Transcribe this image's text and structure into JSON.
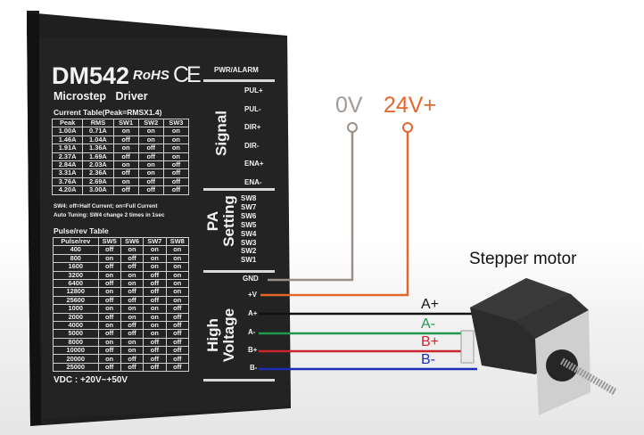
{
  "driver": {
    "model": "DM542",
    "rohs": "RoHS",
    "ce": "CE",
    "subtitle": "Microstep   Driver",
    "current_table": {
      "caption": "Current Table(Peak=RMSX1.4)",
      "headers": [
        "Peak",
        "RMS",
        "SW1",
        "SW2",
        "SW3"
      ],
      "rows": [
        [
          "1.00A",
          "0.71A",
          "on",
          "on",
          "on"
        ],
        [
          "1.46A",
          "1.04A",
          "off",
          "on",
          "on"
        ],
        [
          "1.91A",
          "1.36A",
          "on",
          "off",
          "on"
        ],
        [
          "2.37A",
          "1.69A",
          "off",
          "off",
          "on"
        ],
        [
          "2.84A",
          "2.03A",
          "on",
          "on",
          "off"
        ],
        [
          "3.31A",
          "2.36A",
          "off",
          "on",
          "off"
        ],
        [
          "3.76A",
          "2.69A",
          "on",
          "off",
          "off"
        ],
        [
          "4.20A",
          "3.00A",
          "off",
          "off",
          "off"
        ]
      ],
      "note1": "SW4: off=Half Current; on=Full Current",
      "note2": "Auto Tuning: SW4 change 2 times in 1sec"
    },
    "pulse_table": {
      "caption": "Pulse/rev Table",
      "headers": [
        "Pulse/rev",
        "SW5",
        "SW6",
        "SW7",
        "SW8"
      ],
      "rows": [
        [
          "400",
          "off",
          "on",
          "on",
          "on"
        ],
        [
          "800",
          "on",
          "off",
          "on",
          "on"
        ],
        [
          "1600",
          "off",
          "off",
          "on",
          "on"
        ],
        [
          "3200",
          "on",
          "on",
          "off",
          "on"
        ],
        [
          "6400",
          "off",
          "on",
          "off",
          "on"
        ],
        [
          "12800",
          "on",
          "off",
          "off",
          "on"
        ],
        [
          "25600",
          "off",
          "off",
          "off",
          "on"
        ],
        [
          "1000",
          "on",
          "on",
          "on",
          "off"
        ],
        [
          "2000",
          "off",
          "on",
          "on",
          "off"
        ],
        [
          "4000",
          "on",
          "off",
          "on",
          "off"
        ],
        [
          "5000",
          "off",
          "off",
          "on",
          "off"
        ],
        [
          "8000",
          "on",
          "on",
          "off",
          "off"
        ],
        [
          "10000",
          "off",
          "on",
          "off",
          "off"
        ],
        [
          "20000",
          "on",
          "off",
          "off",
          "off"
        ],
        [
          "25000",
          "off",
          "off",
          "off",
          "off"
        ]
      ]
    },
    "vdc": "VDC : +20V~+50V",
    "pwr_alarm": "PWR/ALARM",
    "signal_group": "Signal",
    "signal_terminals": [
      "PUL+",
      "PUL-",
      "DIR+",
      "DIR-",
      "ENA+",
      "ENA-"
    ],
    "pa_group_line1": "PA",
    "pa_group_line2": "Setting",
    "switches": [
      "SW8",
      "SW7",
      "SW6",
      "SW5",
      "SW4",
      "SW3",
      "SW2",
      "SW1"
    ],
    "hv_group_line1": "High",
    "hv_group_line2": "Voltage",
    "hv_terminals": [
      "GND",
      "+V",
      "A+",
      "A-",
      "B+",
      "B-"
    ]
  },
  "power": {
    "zero_volt": "0V",
    "supply": "24V+"
  },
  "motor": {
    "title": "Stepper motor",
    "wires": [
      "A+",
      "A-",
      "B+",
      "B-"
    ]
  },
  "colors": {
    "gnd": "#9a8f88",
    "vplus": "#e2672c",
    "a_plus": "#111111",
    "a_minus": "#1f9a4c",
    "b_plus": "#c8262c",
    "b_minus": "#1a2db3",
    "zero_label": "#a39a93",
    "supply_label": "#e2672c"
  }
}
